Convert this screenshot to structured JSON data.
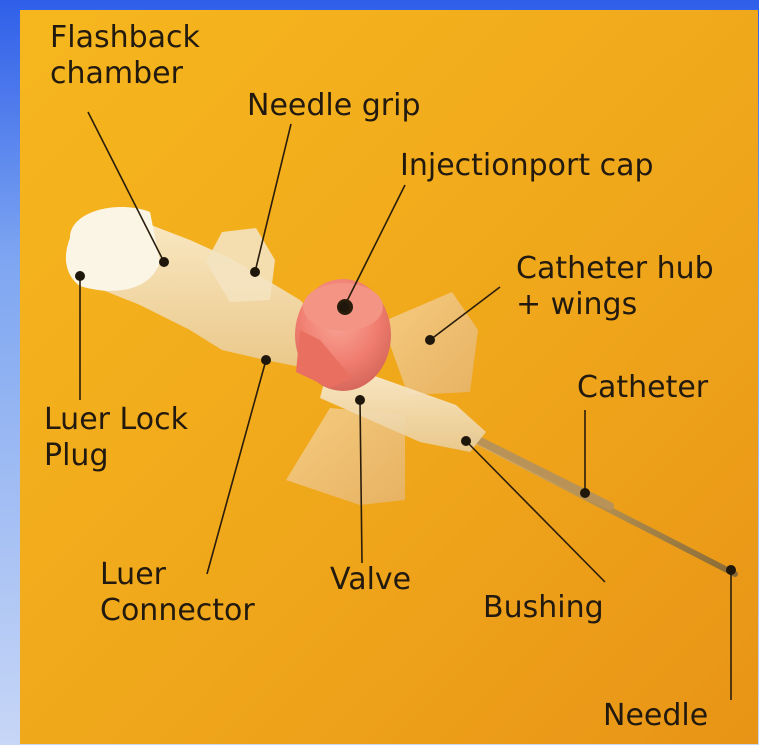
{
  "colors": {
    "frame": "#2f5fe9",
    "background": "#f0a91d",
    "label_text": "#231a0f",
    "leader_line": "#2a1d0c",
    "cap": "#f07d6f",
    "plastic": "#f7e7c8"
  },
  "labels": {
    "flashback_line1": "Flashback",
    "flashback_line2": "chamber",
    "needle_grip": "Needle grip",
    "injection_port_cap": "Injectionport cap",
    "catheter_hub_line1": "Catheter hub",
    "catheter_hub_line2": "+ wings",
    "catheter": "Catheter",
    "luer_lock_line1": "Luer Lock",
    "luer_lock_line2": "Plug",
    "luer_connector_line1": "Luer",
    "luer_connector_line2": "Connector",
    "valve": "Valve",
    "bushing": "Bushing",
    "needle": "Needle"
  }
}
